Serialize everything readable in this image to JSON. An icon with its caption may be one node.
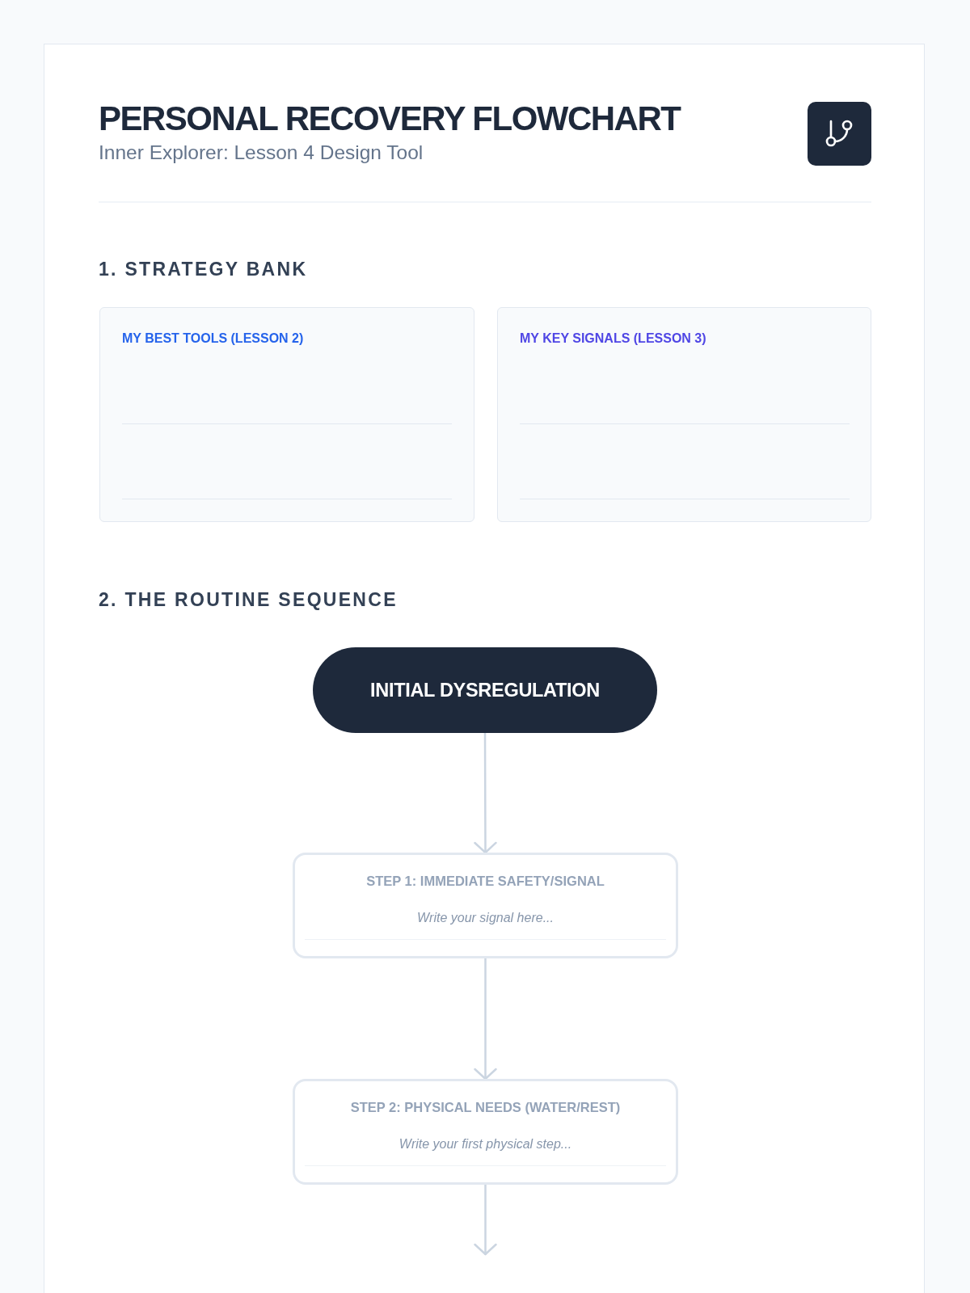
{
  "diagram": {
    "title": "PERSONAL RECOVERY FLOWCHART",
    "nodes": [
      {
        "text": [
          "MY BEST TOOLS (LESSON 2)"
        ]
      },
      {
        "text": [
          "MY KEY SIGNALS (LESSON 3)"
        ]
      },
      {
        "text": [
          "INITIAL DYSREGULATION"
        ]
      },
      {
        "text": [
          "STEP 1: IMMEDIATE SAFETY/SIGNAL",
          "Write your signal here..."
        ]
      },
      {
        "text": [
          "STEP 2: PHYSICAL NEEDS (WATER/REST)",
          "Write your first physical step..."
        ]
      }
    ],
    "edges": [
      {
        "from": 2,
        "to": 3,
        "arrow": "to"
      },
      {
        "from": 3,
        "to": 4,
        "arrow": "to"
      },
      {
        "from": 4,
        "to": null,
        "arrow": "to"
      }
    ],
    "labels": [
      "Inner Explorer: Lesson 4 Design Tool",
      "1. STRATEGY BANK",
      "2. THE ROUTINE SEQUENCE"
    ]
  }
}
